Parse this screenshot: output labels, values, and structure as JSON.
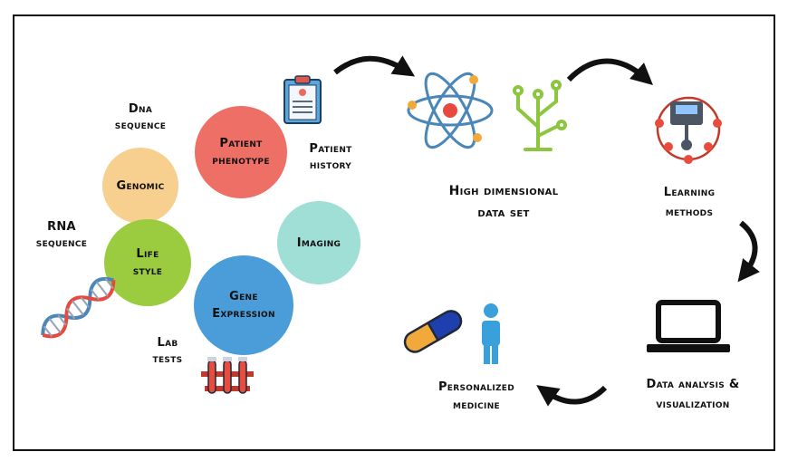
{
  "circles": {
    "patient_phenotype": {
      "line1": "Patient",
      "line2": "phenotype",
      "color": "#ee6f66"
    },
    "genomic": {
      "line1": "Genomic",
      "color": "#f7cf8f"
    },
    "life_style": {
      "line1": "Life",
      "line2": "style",
      "color": "#9bcc3f"
    },
    "gene_expression": {
      "line1": "Gene",
      "line2": "Expression",
      "color": "#4a9dd8"
    },
    "imaging": {
      "line1": "Imaging",
      "color": "#9fdfd6"
    }
  },
  "labels": {
    "dna_sequence": {
      "line1": "Dna",
      "line2": "sequence"
    },
    "patient_history": {
      "line1": "Patient",
      "line2": "history"
    },
    "rna_sequence": {
      "line1": "RNA",
      "line2": "sequence"
    },
    "lab_tests": {
      "line1": "Lab",
      "line2": "tests"
    },
    "high_dimensional": {
      "line1": "High dimensional",
      "line2": "data set"
    },
    "learning_methods": {
      "line1": "Learning",
      "line2": "methods"
    },
    "data_analysis": {
      "line1": "Data analysis &",
      "line2": "visualization"
    },
    "personalized_medicine": {
      "line1": "Personalized",
      "line2": "medicine"
    }
  },
  "icons": [
    "clipboard-icon",
    "atom-icon",
    "circuit-tree-icon",
    "brain-network-icon",
    "dna-icon",
    "test-tubes-icon",
    "laptop-icon",
    "pill-icon",
    "person-icon"
  ]
}
